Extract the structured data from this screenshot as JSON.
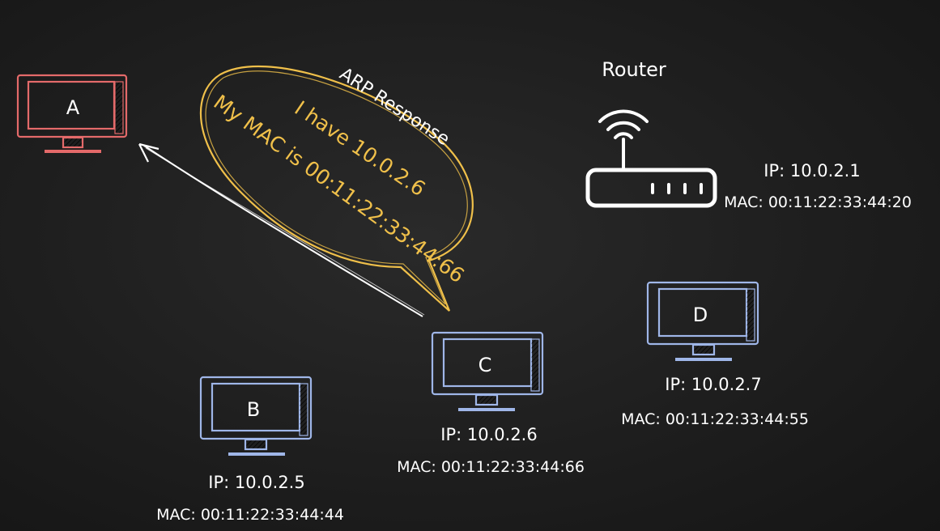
{
  "colors": {
    "background": "#1c1c1c",
    "host_a": "#e46a6a",
    "hosts": "#9fb6e8",
    "bubble": "#f0c04a",
    "router": "#ffffff",
    "arrow": "#ffffff"
  },
  "icons": {
    "router": "wifi-router-icon",
    "host": "monitor-icon"
  },
  "bubble": {
    "title": "ARP Response",
    "line1": "I have 10.0.2.6",
    "line2": "My MAC is 00:11:22:33:44:66"
  },
  "router": {
    "label": "Router",
    "ip": "IP: 10.0.2.1",
    "mac": "MAC: 00:11:22:33:44:20"
  },
  "hosts": {
    "a": {
      "name": "A"
    },
    "b": {
      "name": "B",
      "ip": "IP: 10.0.2.5",
      "mac": "MAC: 00:11:22:33:44:44"
    },
    "c": {
      "name": "C",
      "ip": "IP: 10.0.2.6",
      "mac": "MAC: 00:11:22:33:44:66"
    },
    "d": {
      "name": "D",
      "ip": "IP: 10.0.2.7",
      "mac": "MAC: 00:11:22:33:44:55"
    }
  }
}
